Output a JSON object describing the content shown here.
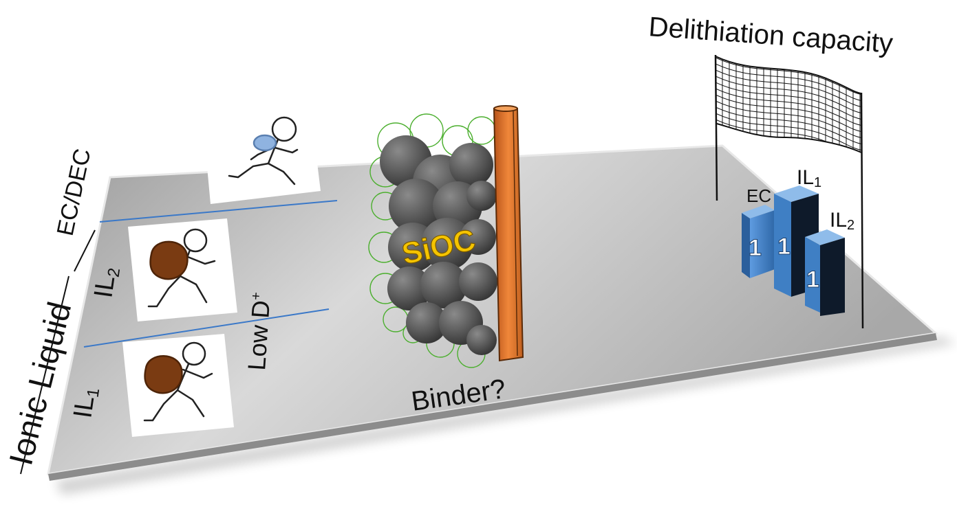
{
  "labels": {
    "ec_dec": "EC/DEC",
    "ionic_liquid": "Ionic Liquid",
    "il2_lane": "IL",
    "il2_lane_sub": "2",
    "il1_lane": "IL",
    "il1_lane_sub": "1",
    "low_d": "Low D",
    "low_d_sup": "+",
    "sioc": "SiOC",
    "binder": "Binder?",
    "finish_title": "Delithiation capacity",
    "podium_ec": "EC",
    "podium_il1": "IL",
    "podium_il1_sub": "1",
    "podium_il2": "IL",
    "podium_il2_sub": "2",
    "podium_digit_1": "1",
    "podium_digit_2": "1",
    "podium_digit_3": "1"
  },
  "colors": {
    "track": "#bdbdbd",
    "lane_line": "#3a78c8",
    "wall": "#e07a2e",
    "podium": "#3f7fc4",
    "backpack_light": "#8fb3e0",
    "backpack_heavy": "#7a3b12",
    "sioc_text": "#f5c400"
  },
  "icons": [
    "runner-light-icon",
    "runner-heavy-icon",
    "sioc-cloud-icon",
    "finish-net-icon",
    "podium-icon"
  ]
}
